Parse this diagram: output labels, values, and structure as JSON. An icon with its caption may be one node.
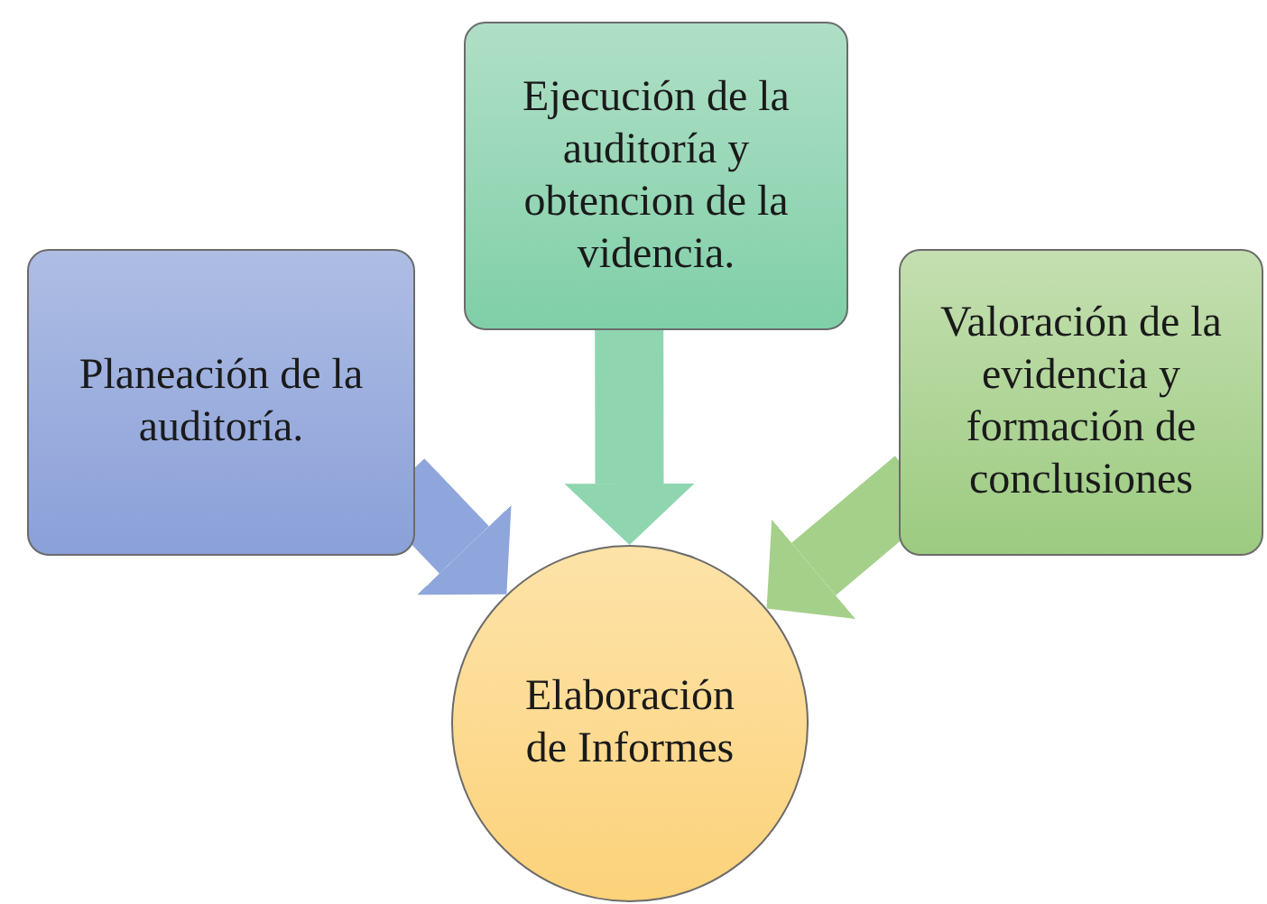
{
  "diagram": {
    "nodes": [
      {
        "text": [
          "Planeación de la auditoría."
        ]
      },
      {
        "text": [
          "Ejecución de la auditoría y obtencion de la videncia."
        ]
      },
      {
        "text": [
          "Valoración de la evidencia y formación de conclusiones"
        ]
      },
      {
        "text": [
          "Elaboración de Informes"
        ]
      }
    ],
    "edges": [
      {
        "from": 0,
        "to": 3,
        "arrow": "to",
        "color": "#8fa6dc"
      },
      {
        "from": 1,
        "to": 3,
        "arrow": "to",
        "color": "#8fd6b0"
      },
      {
        "from": 2,
        "to": 3,
        "arrow": "to",
        "color": "#a5d08a"
      }
    ]
  }
}
